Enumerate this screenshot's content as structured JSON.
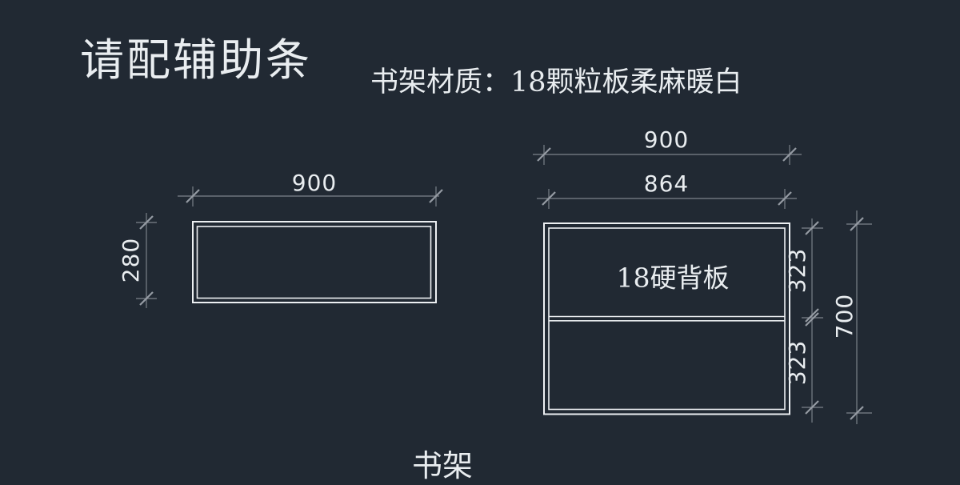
{
  "colors": {
    "background": "#212933",
    "drawing_line": "#eceff2",
    "dimension_line": "#6e747d",
    "tick": "#959ba3",
    "text": "#e9edf0"
  },
  "annotations": {
    "title": "请配辅助条",
    "material_note": "书架材质：18颗粒板柔麻暖白",
    "drawing_label": "书架"
  },
  "top_view": {
    "width_dim": "900",
    "depth_dim": "280"
  },
  "front_view": {
    "outer_width_dim": "900",
    "inner_width_dim": "864",
    "upper_section_dim": "323",
    "lower_section_dim": "323",
    "height_dim": "700",
    "back_panel_label": "18硬背板"
  }
}
